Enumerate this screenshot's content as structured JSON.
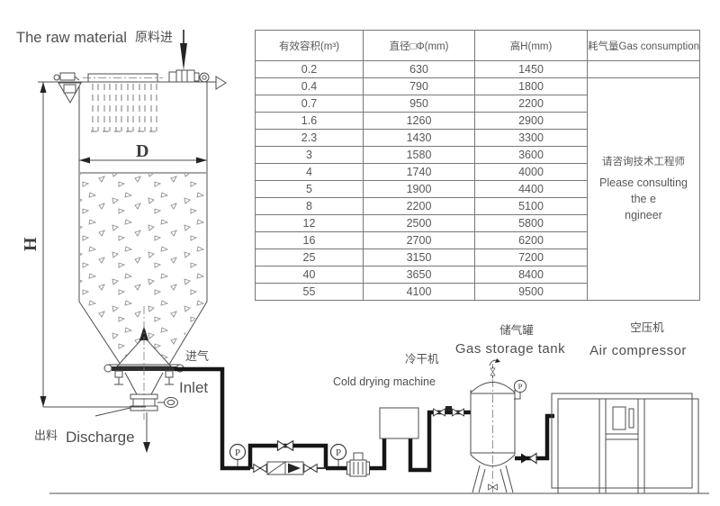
{
  "drawing": {
    "labels": {
      "raw_material_en": "The raw material",
      "raw_material_zh": "原料进",
      "dim_h": "H",
      "dim_d": "D",
      "inlet_zh": "进气",
      "inlet_en": "Inlet",
      "discharge_zh": "出料",
      "discharge_en": "Discharge",
      "dryer_zh": "冷干机",
      "dryer_en": "Cold drying machine",
      "tank_zh": "储气罐",
      "tank_en": "Gas storage tank",
      "compressor_zh": "空压机",
      "compressor_en": "Air compressor",
      "gauge": "P"
    }
  },
  "table": {
    "headers": [
      "有效容积(m³)",
      "直径□Φ(mm)",
      "高H(mm)",
      "耗气量Gas consumption"
    ],
    "rows": [
      [
        "0.2",
        "630",
        "1450"
      ],
      [
        "0.4",
        "790",
        "1800"
      ],
      [
        "0.7",
        "950",
        "2200"
      ],
      [
        "1.6",
        "1260",
        "2900"
      ],
      [
        "2.3",
        "1430",
        "3300"
      ],
      [
        "3",
        "1580",
        "3600"
      ],
      [
        "4",
        "1740",
        "4000"
      ],
      [
        "5",
        "1900",
        "4400"
      ],
      [
        "8",
        "2200",
        "5100"
      ],
      [
        "12",
        "2500",
        "5800"
      ],
      [
        "16",
        "2700",
        "6200"
      ],
      [
        "25",
        "3150",
        "7200"
      ],
      [
        "40",
        "3650",
        "8400"
      ],
      [
        "55",
        "4100",
        "9500"
      ]
    ],
    "consumption_note": [
      "请咨询技术工程师",
      "Please consulting the e",
      "ngineer"
    ]
  },
  "colors": {
    "line": "#4d4d4d",
    "pipe": "#161616",
    "background": "#ffffff"
  }
}
